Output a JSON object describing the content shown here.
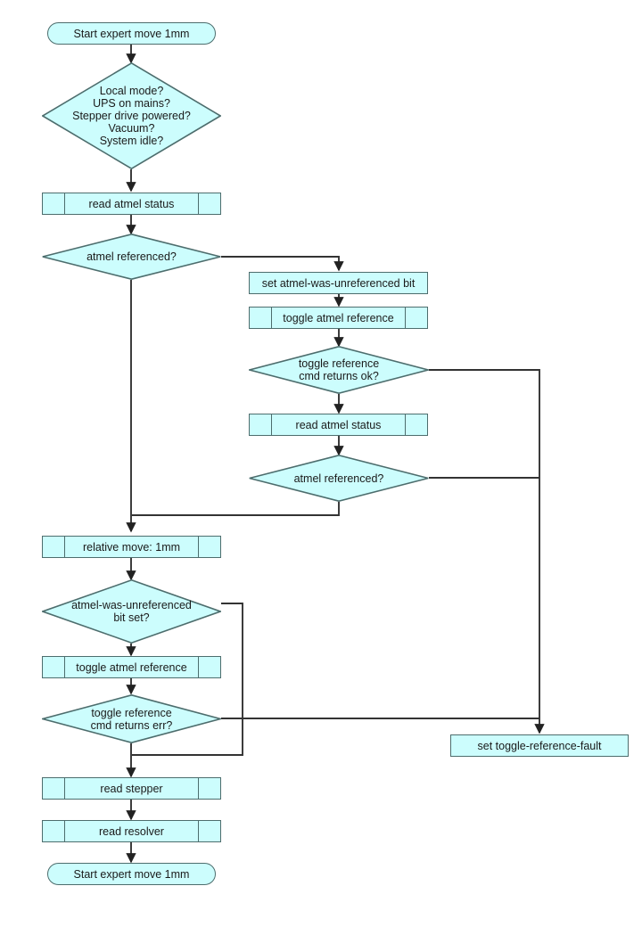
{
  "diagram": {
    "title": "Start expert move 1mm",
    "colors": {
      "node_fill": "#ccfdfd",
      "node_stroke": "#4d6d6d",
      "wire": "#333333",
      "text": "#1a1a1a",
      "background": "#ffffff"
    }
  },
  "nodes": {
    "start": {
      "label": "Start expert move 1mm",
      "shape": "terminator"
    },
    "preconditions": {
      "label": "Local mode?\nUPS on mains?\nStepper drive powered?\nVacuum?\nSystem idle?",
      "shape": "decision"
    },
    "read_atmel_status_1": {
      "label": "read atmel status",
      "shape": "predefined-process"
    },
    "atmel_referenced_1": {
      "label": "atmel referenced?",
      "shape": "decision"
    },
    "set_unreferenced_bit": {
      "label": "set atmel-was-unreferenced bit",
      "shape": "process"
    },
    "toggle_atmel_reference_1": {
      "label": "toggle atmel reference",
      "shape": "predefined-process"
    },
    "toggle_returns_ok": {
      "label": "toggle reference\ncmd returns ok?",
      "shape": "decision"
    },
    "read_atmel_status_2": {
      "label": "read atmel status",
      "shape": "predefined-process"
    },
    "atmel_referenced_2": {
      "label": "atmel referenced?",
      "shape": "decision"
    },
    "relative_move": {
      "label": "relative move: 1mm",
      "shape": "predefined-process"
    },
    "unreferenced_bit_set": {
      "label": "atmel-was-unreferenced\nbit  set?",
      "shape": "decision"
    },
    "toggle_atmel_reference_2": {
      "label": "toggle atmel reference",
      "shape": "predefined-process"
    },
    "toggle_returns_err": {
      "label": "toggle reference\ncmd returns err?",
      "shape": "decision"
    },
    "set_fault": {
      "label": "set toggle-reference-fault",
      "shape": "process"
    },
    "read_stepper": {
      "label": "read stepper",
      "shape": "predefined-process"
    },
    "read_resolver": {
      "label": "read resolver",
      "shape": "predefined-process"
    },
    "end": {
      "label": "Start expert move 1mm",
      "shape": "terminator"
    }
  }
}
